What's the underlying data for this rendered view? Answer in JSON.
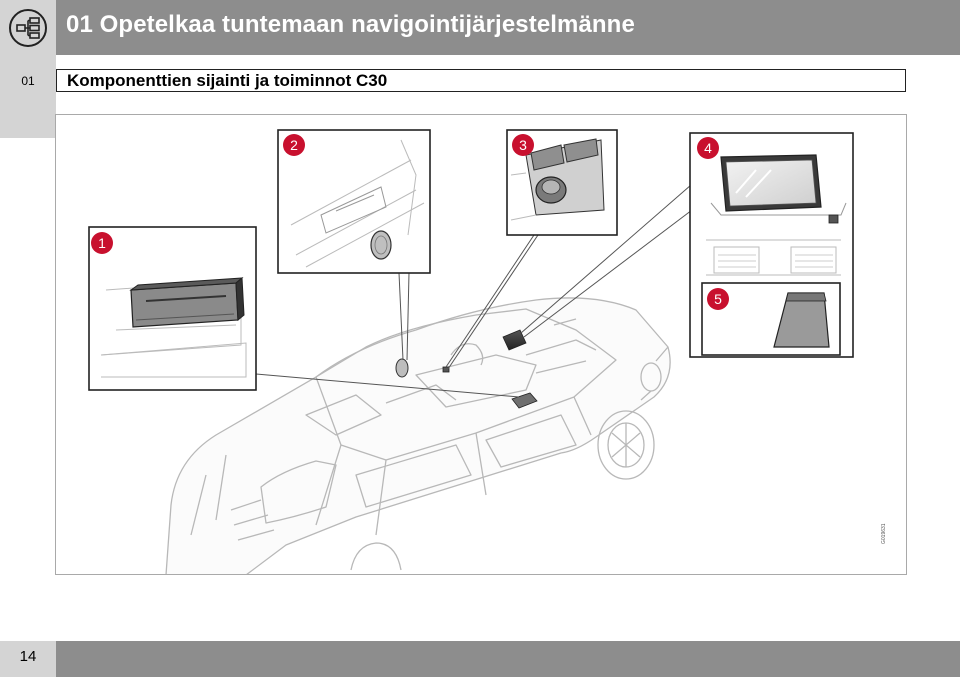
{
  "header": {
    "title": "01 Opetelkaa tuntemaan navigointijärjestelmänne",
    "icon": "navigation-flowchart-icon"
  },
  "side_tab": {
    "label": "01"
  },
  "section": {
    "title": "Komponenttien sijainti ja toiminnot C30"
  },
  "figure": {
    "callouts": [
      "1",
      "2",
      "3",
      "4",
      "5"
    ],
    "reference_code": "G019631",
    "colors": {
      "callout": "#c8102e",
      "line": "#b3b3b3",
      "outline": "#222222"
    }
  },
  "footer": {
    "page_number": "14"
  }
}
